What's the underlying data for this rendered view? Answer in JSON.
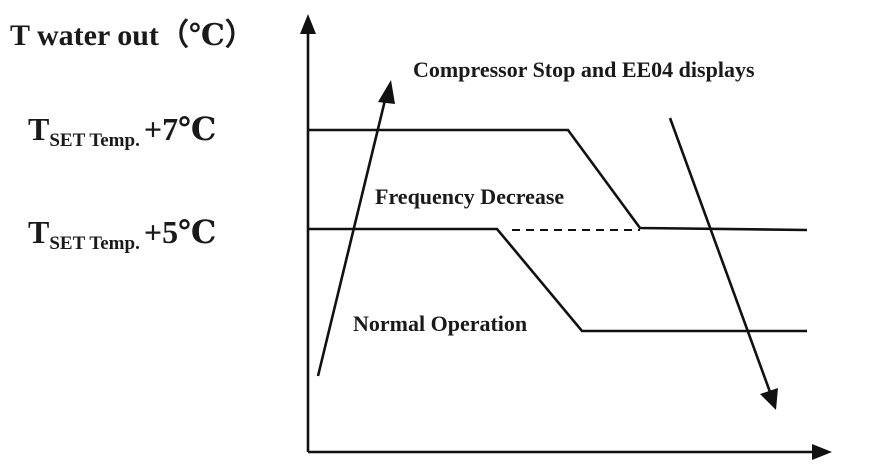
{
  "y_axis_title": "T water out（℃）",
  "threshold_high": {
    "prefix": "T",
    "subscript": "SET Temp.",
    "suffix": "+7℃"
  },
  "threshold_low": {
    "prefix": "T",
    "subscript": "SET Temp.",
    "suffix": "+5℃"
  },
  "annotations": {
    "compressor_stop": "Compressor Stop and EE04 displays",
    "frequency_decrease": "Frequency Decrease",
    "normal_operation": "Normal Operation"
  },
  "colors": {
    "ink": "#111111",
    "background": "#ffffff"
  }
}
